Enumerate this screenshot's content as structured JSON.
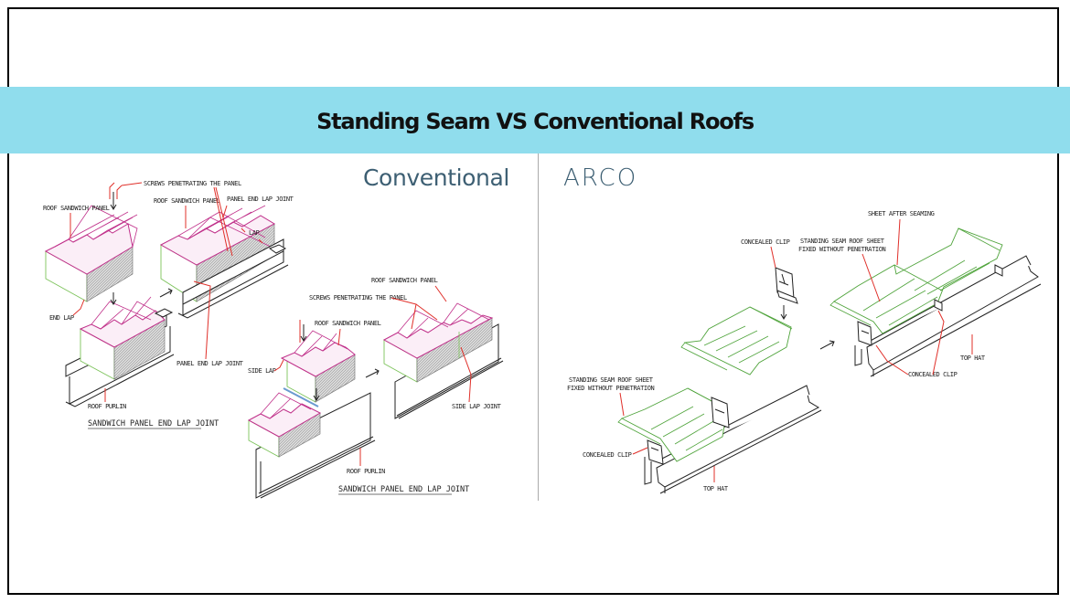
{
  "title": "Standing Seam VS Conventional Roofs",
  "colors": {
    "band": "#90dded",
    "heading": "#3d5f73",
    "leader": "#e0302a",
    "panel": "#c0308a",
    "sheet": "#4ea33a"
  },
  "left": {
    "heading": "Conventional",
    "diagram_a": {
      "labels": {
        "screws": "SCREWS PENETRATING THE PANEL",
        "roof_panel_1": "ROOF SANDWICH PANEL",
        "roof_panel_2": "ROOF SANDWICH PANEL",
        "end_lap_joint_top": "PANEL END LAP JOINT",
        "lap": "LAP",
        "end_lap": "END LAP",
        "end_lap_joint_bottom": "PANEL END LAP JOINT",
        "purlin": "ROOF PURLIN"
      },
      "caption": "SANDWICH PANEL END LAP JOINT"
    },
    "diagram_b": {
      "labels": {
        "roof_panel_top": "ROOF SANDWICH PANEL",
        "screws": "SCREWS PENETRATING THE PANEL",
        "roof_panel": "ROOF SANDWICH PANEL",
        "side_lap": "SIDE LAP",
        "side_lap_joint": "SIDE LAP JOINT",
        "purlin": "ROOF PURLIN"
      },
      "caption": "SANDWICH PANEL END LAP JOINT"
    }
  },
  "right": {
    "heading": "ARCO",
    "labels": {
      "concealed_clip_top": "CONCEALED CLIP",
      "standing_seam_top_1": "STANDING SEAM ROOF SHEET",
      "standing_seam_top_2": "FIXED WITHOUT PENETRATION",
      "sheet_after_seaming": "SHEET AFTER SEAMING",
      "top_hat_right": "TOP HAT",
      "concealed_clip_right": "CONCEALED CLIP",
      "standing_seam_left_1": "STANDING SEAM ROOF SHEET",
      "standing_seam_left_2": "FIXED WITHOUT PENETRATION",
      "concealed_clip_left": "CONCEALED CLIP",
      "top_hat_bottom": "TOP HAT"
    }
  }
}
